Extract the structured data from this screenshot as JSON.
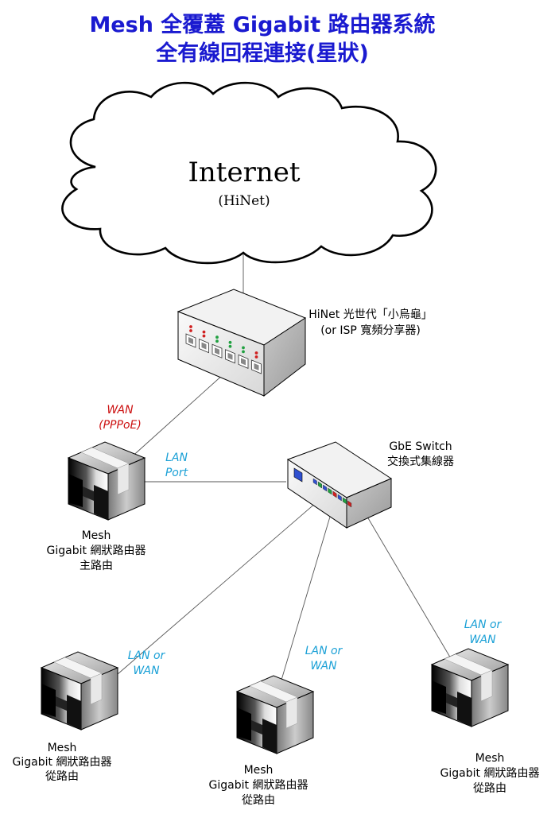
{
  "title": {
    "line1": "Mesh 全覆蓋 Gigabit 路由器系統",
    "line2": "全有線回程連接(星狀)"
  },
  "cloud": {
    "label": "Internet",
    "sublabel": "(HiNet)"
  },
  "modem": {
    "label_line1": "HiNet 光世代「小烏龜」",
    "label_line2": "(or ISP 寬頻分享器)"
  },
  "switch": {
    "label_line1": "GbE Switch",
    "label_line2": "交換式集線器"
  },
  "links": {
    "wan_line1": "WAN",
    "wan_line2": "(PPPoE)",
    "lan_port_line1": "LAN",
    "lan_port_line2": "Port",
    "node1_line1": "LAN or",
    "node1_line2": "WAN",
    "node2_line1": "LAN or",
    "node2_line2": "WAN",
    "node3_line1": "LAN or",
    "node3_line2": "WAN"
  },
  "main_router": {
    "line1": "Mesh",
    "line2": "Gigabit 網狀路由器",
    "line3": "主路由"
  },
  "satellites": [
    {
      "line1": "Mesh",
      "line2": "Gigabit 網狀路由器",
      "line3": "從路由"
    },
    {
      "line1": "Mesh",
      "line2": "Gigabit 網狀路由器",
      "line3": "從路由"
    },
    {
      "line1": "Mesh",
      "line2": "Gigabit 網狀路由器",
      "line3": "從路由"
    }
  ],
  "colors": {
    "title": "#1a1ad0",
    "wan_label": "#cc1111",
    "lan_label": "#1aa0d6",
    "port_led_red": "#d02020",
    "port_led_green": "#20a040",
    "switch_port_blue": "#3050d0"
  }
}
